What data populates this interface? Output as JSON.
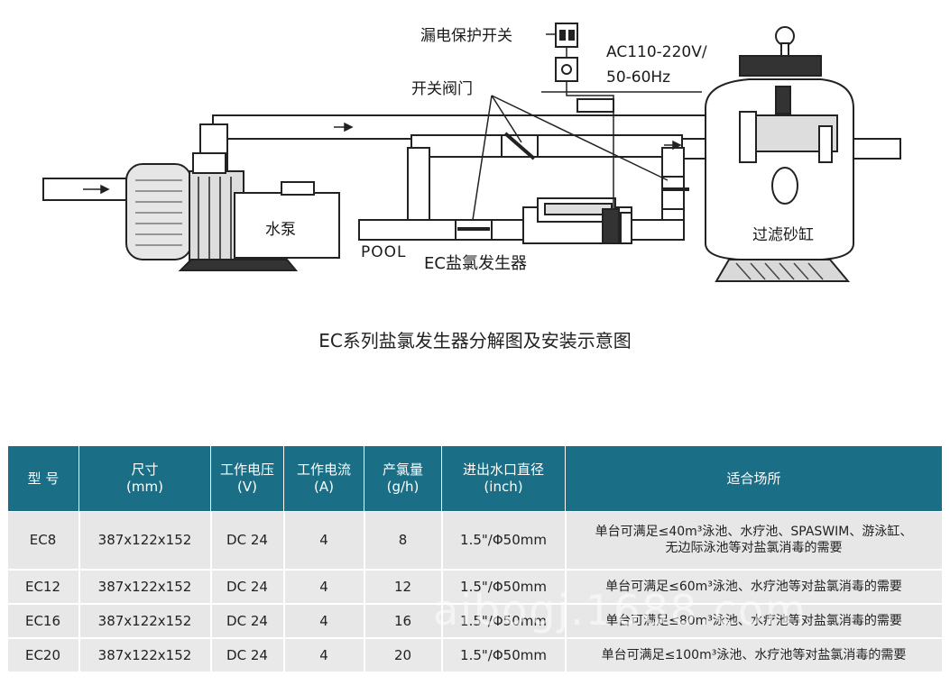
{
  "diagram": {
    "leakage_switch": "漏电保护开关",
    "voltage_line1": "AC110-220V/",
    "voltage_line2": "50-60Hz",
    "valve": "开关阀门",
    "pump": "水泵",
    "pool": "POOL",
    "ec_generator": "EC盐氯发生器",
    "filter": "过滤砂缸"
  },
  "caption": "EC系列盐氯发生器分解图及安装示意图",
  "table": {
    "headers": [
      {
        "l1": "型 号",
        "l2": ""
      },
      {
        "l1": "尺寸",
        "l2": "(mm)"
      },
      {
        "l1": "工作电压",
        "l2": "(V)"
      },
      {
        "l1": "工作电流",
        "l2": "(A)"
      },
      {
        "l1": "产氯量",
        "l2": "(g/h)"
      },
      {
        "l1": "进出水口直径",
        "l2": "(inch)"
      },
      {
        "l1": "适合场所",
        "l2": ""
      }
    ],
    "rows": [
      {
        "model": "EC8",
        "size": "387x122x152",
        "voltage": "DC 24",
        "current": "4",
        "chlorine": "8",
        "diameter": "1.5\"/Φ50mm",
        "use1": "单台可满足≤40m³泳池、水疗池、SPASWIM、游泳缸、",
        "use2": "无边际泳池等对盐氯消毒的需要"
      },
      {
        "model": "EC12",
        "size": "387x122x152",
        "voltage": "DC 24",
        "current": "4",
        "chlorine": "12",
        "diameter": "1.5\"/Φ50mm",
        "use1": "单台可满足≤60m³泳池、水疗池等对盐氯消毒的需要",
        "use2": ""
      },
      {
        "model": "EC16",
        "size": "387x122x152",
        "voltage": "DC 24",
        "current": "4",
        "chlorine": "16",
        "diameter": "1.5\"/Φ50mm",
        "use1": "单台可满足≤80m³泳池、水疗池等对盐氯消毒的需要",
        "use2": ""
      },
      {
        "model": "EC20",
        "size": "387x122x152",
        "voltage": "DC 24",
        "current": "4",
        "chlorine": "20",
        "diameter": "1.5\"/Φ50mm",
        "use1": "单台可满足≤100m³泳池、水疗池等对盐氯消毒的需要",
        "use2": ""
      }
    ]
  },
  "watermark": "aibogj.1688.com",
  "colors": {
    "header_bg": "#1a6f86",
    "row_bg": "#e7e7e7",
    "line": "#222222"
  }
}
